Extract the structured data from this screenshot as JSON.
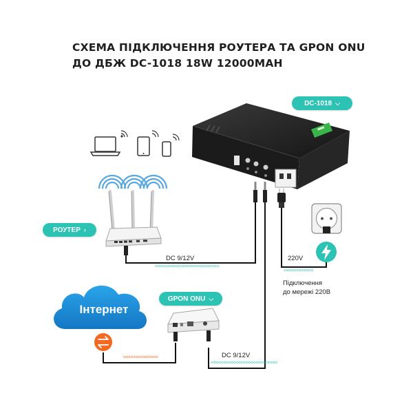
{
  "title": {
    "line1": "СХЕМА ПІДКЛЮЧЕННЯ РОУТЕРА ТА GPON ONU",
    "line2": "ДО ДБЖ  DC-1018 18W 12000MAH"
  },
  "labels": {
    "ups": "DC-1018",
    "router": "РОУТЕР",
    "onu": "GPON ONU",
    "internet": "Інтернет",
    "dc_router": "DC 9/12V",
    "dc_onu": "DC 9/12V",
    "ac": "220V",
    "mains_line1": "Підключення",
    "mains_line2": "до мережі 220В"
  },
  "flow_arrows": {
    "router_cable": "<<<<<<<<<<<<<<<<<<<<<<<<<<",
    "onu_cable": "<<<<<<<<<<<<<<<<<<<<<<<<<<<",
    "fiber": ">>>>>>>>>>>>>>",
    "ac_cable": "<<<<<<<<<<<<"
  },
  "colors": {
    "accent": "#2cc3b4",
    "cloud": "#1f8fd6",
    "fiber_node": "#f26a21",
    "wifi": "#58a8e0",
    "device_dark": "#1b1b1b"
  }
}
